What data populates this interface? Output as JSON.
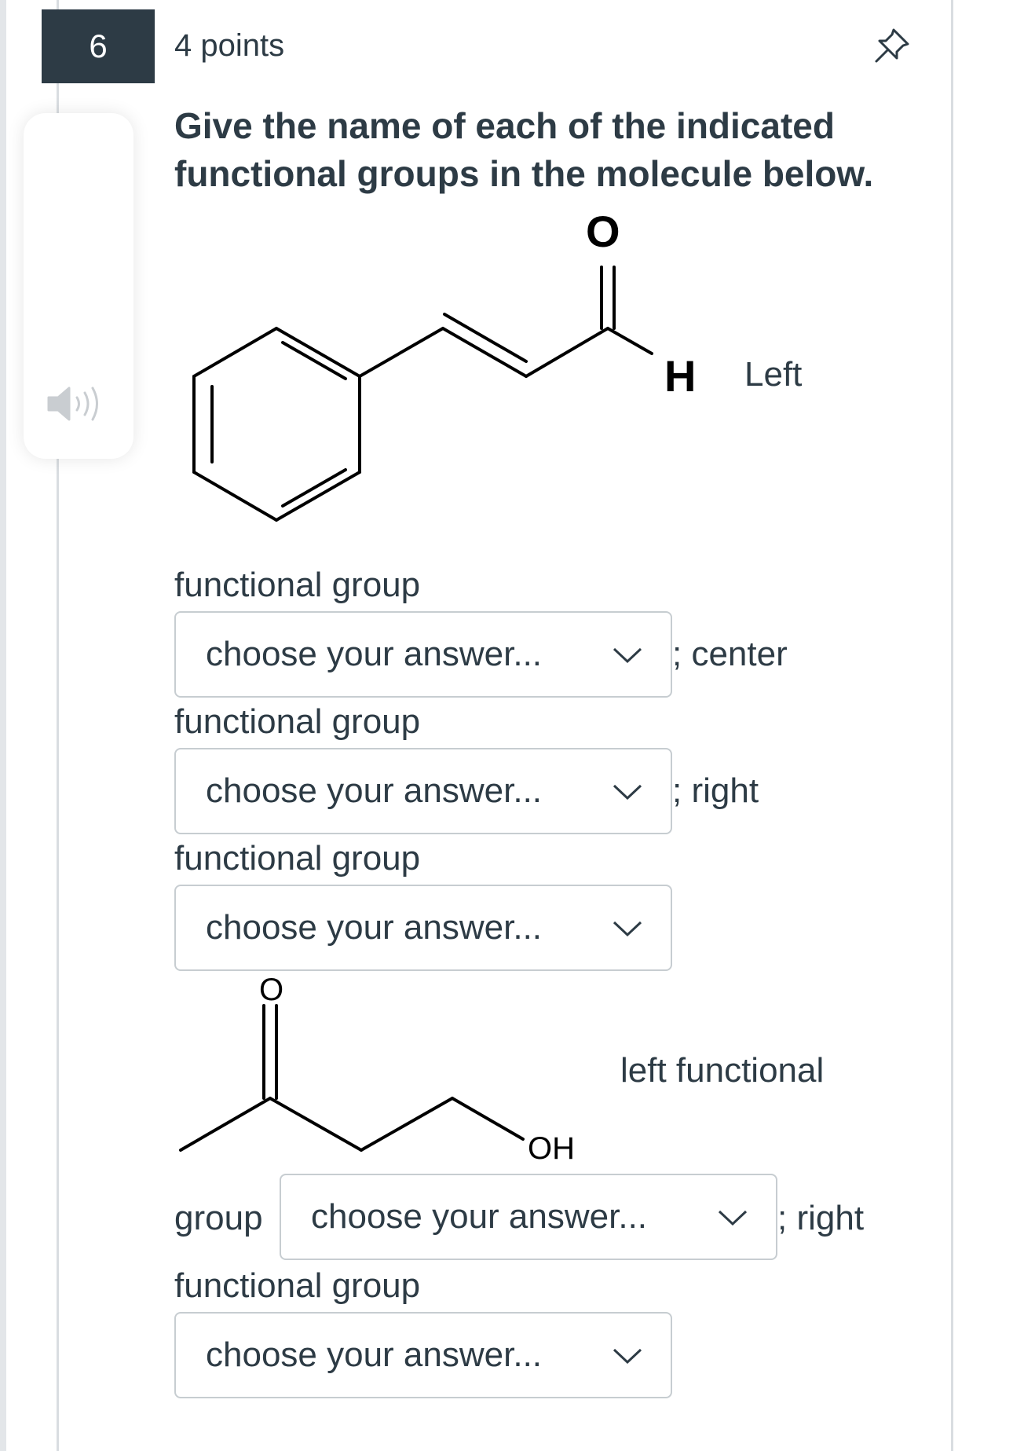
{
  "question": {
    "number": "6",
    "points": "4 points",
    "prompt": "Give the name of each of the indicated functional groups in the molecule below."
  },
  "molecule1": {
    "atom_o": "O",
    "atom_h": "H",
    "label_left": "Left"
  },
  "molecule2": {
    "atom_o": "O",
    "atom_oh": "OH"
  },
  "fields": [
    {
      "prefix": "functional group",
      "placeholder": "choose your answer...",
      "suffix": "; center"
    },
    {
      "prefix": "functional group",
      "placeholder": "choose your answer...",
      "suffix": "; right"
    },
    {
      "prefix": "functional group",
      "placeholder": "choose your answer...",
      "suffix": ""
    },
    {
      "prefix_right": "left functional",
      "prefix": "group",
      "placeholder": "choose your answer...",
      "suffix": "; right"
    },
    {
      "prefix": "functional group",
      "placeholder": "choose your answer...",
      "suffix": ""
    }
  ],
  "icons": {
    "pin": "pin-icon",
    "audio": "speaker-icon",
    "dropdown": "chevron-down-icon"
  },
  "colors": {
    "text": "#2d3b45",
    "number_badge_bg": "#2d3b45",
    "border": "#c7cdd1"
  }
}
